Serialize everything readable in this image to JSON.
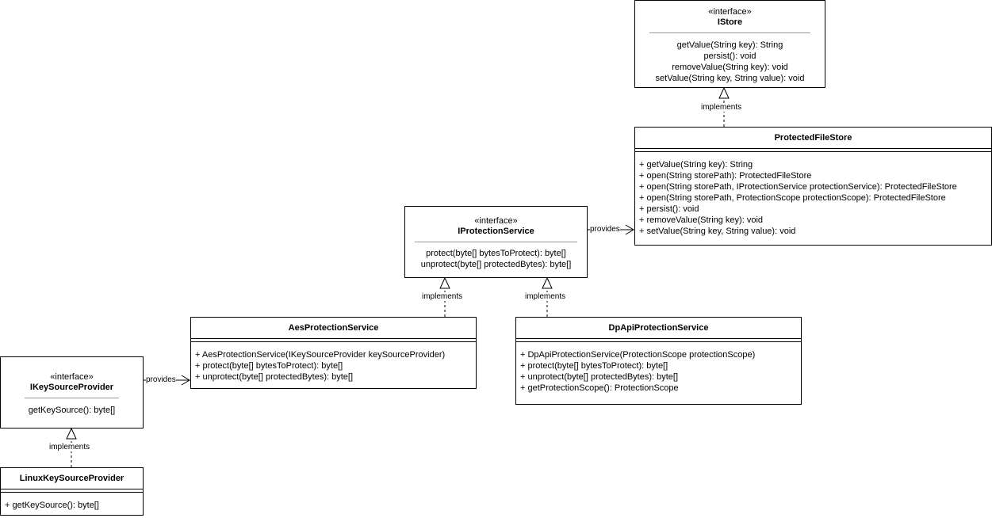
{
  "istore": {
    "stereotype": "«interface»",
    "name": "IStore",
    "methods": [
      "getValue(String key): String",
      "persist(): void",
      "removeValue(String key): void",
      "setValue(String key, String value): void"
    ]
  },
  "protected_file_store": {
    "name": "ProtectedFileStore",
    "methods": [
      "+ getValue(String key): String",
      "+ open(String storePath): ProtectedFileStore",
      "+ open(String storePath, IProtectionService protectionService): ProtectedFileStore",
      "+ open(String storePath, ProtectionScope protectionScope): ProtectedFileStore",
      "+ persist(): void",
      "+ removeValue(String key): void",
      "+ setValue(String key, String value): void"
    ]
  },
  "iprotection_service": {
    "stereotype": "«interface»",
    "name": "IProtectionService",
    "methods": [
      "protect(byte[] bytesToProtect): byte[]",
      "unprotect(byte[] protectedBytes): byte[]"
    ]
  },
  "aes_protection_service": {
    "name": "AesProtectionService",
    "methods": [
      "+ AesProtectionService(IKeySourceProvider keySourceProvider)",
      "+ protect(byte[] bytesToProtect): byte[]",
      "+ unprotect(byte[] protectedBytes): byte[]"
    ]
  },
  "dpapi_protection_service": {
    "name": "DpApiProtectionService",
    "methods": [
      "+ DpApiProtectionService(ProtectionScope protectionScope)",
      "+ protect(byte[] bytesToProtect): byte[]",
      "+ unprotect(byte[] protectedBytes): byte[]",
      "+ getProtectionScope(): ProtectionScope"
    ]
  },
  "ikey_source_provider": {
    "stereotype": "«interface»",
    "name": "IKeySourceProvider",
    "methods": [
      "getKeySource(): byte[]"
    ]
  },
  "linux_key_source_provider": {
    "name": "LinuxKeySourceProvider",
    "methods": [
      "+ getKeySource(): byte[]"
    ]
  },
  "edges": {
    "implements_label": "implements",
    "provides_label": "provides"
  }
}
